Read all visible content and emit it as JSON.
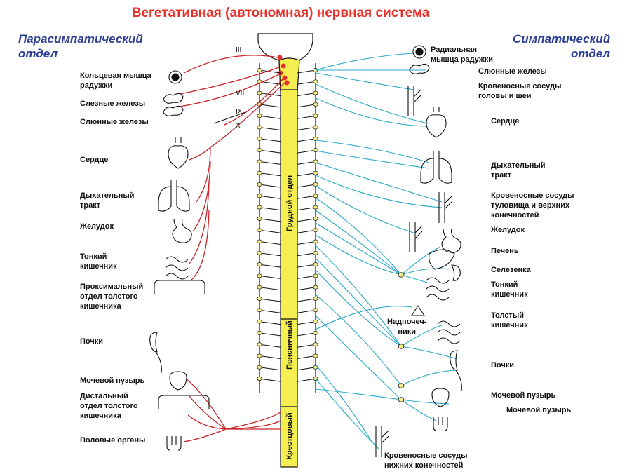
{
  "title": "Вегетативная (автономная) нервная система",
  "parasympathetic": {
    "heading": [
      "Парасимпатический",
      "отдел"
    ],
    "nerves": [
      "III",
      "VII",
      "IX",
      "X"
    ],
    "labels": [
      [
        "Кольцевая мышца",
        "радужки"
      ],
      [
        "Слезные железы"
      ],
      [
        "Слюнные железы"
      ],
      [
        "Сердце"
      ],
      [
        "Дыхательный",
        "тракт"
      ],
      [
        "Желудок"
      ],
      [
        "Тонкий",
        "кишечник"
      ],
      [
        "Проксимальный",
        "отдел толстого",
        "кишечника"
      ],
      [
        "Почки"
      ],
      [
        "Мочевой пузырь"
      ],
      [
        "Дистальный",
        "отдел толстого",
        "кишечника"
      ],
      [
        "Половые органы"
      ]
    ]
  },
  "sympathetic": {
    "heading": [
      "Симпатический",
      "отдел"
    ],
    "labels": [
      [
        "Радиальная",
        "мышца радужки"
      ],
      [
        "Слюнные железы"
      ],
      [
        "Кровеносные сосуды",
        "головы и шеи"
      ],
      [
        "Сердце"
      ],
      [
        "Дыхательный",
        "тракт"
      ],
      [
        "Кровеносные сосуды",
        "туловища и верхних",
        "конечностей"
      ],
      [
        "Желудок"
      ],
      [
        "Печень"
      ],
      [
        "Селезенка"
      ],
      [
        "Тонкий",
        "кишечник"
      ],
      [
        "Надпочеч-",
        "ники"
      ],
      [
        "Толстый",
        "кишечник"
      ],
      [
        "Почки"
      ],
      [
        "Мочевой пузырь"
      ],
      [
        "Мочевой пузырь"
      ],
      [
        "Кровеносные сосуды",
        "нижних конечностей"
      ]
    ]
  },
  "spinal_regions": [
    "Грудной отдел",
    "Поясничный",
    "Крестцовый"
  ],
  "colors": {
    "title": "#e8302a",
    "division_heading": "#2b3f95",
    "parasympathetic_fibers": "#c8232a",
    "sympathetic_fibers": "#29a9c9",
    "spinal_cord": "#f5ee50",
    "ganglion": "#f3ec8c",
    "nuclei": "#e8302a"
  },
  "icons": [
    "eye-icon",
    "gland-icon",
    "heart-icon",
    "lungs-icon",
    "stomach-icon",
    "intestine-icon",
    "colon-icon",
    "kidney-icon",
    "bladder-icon",
    "genital-organ-icon",
    "blood-vessel-icon",
    "liver-icon",
    "spleen-icon",
    "adrenal-gland-icon"
  ]
}
